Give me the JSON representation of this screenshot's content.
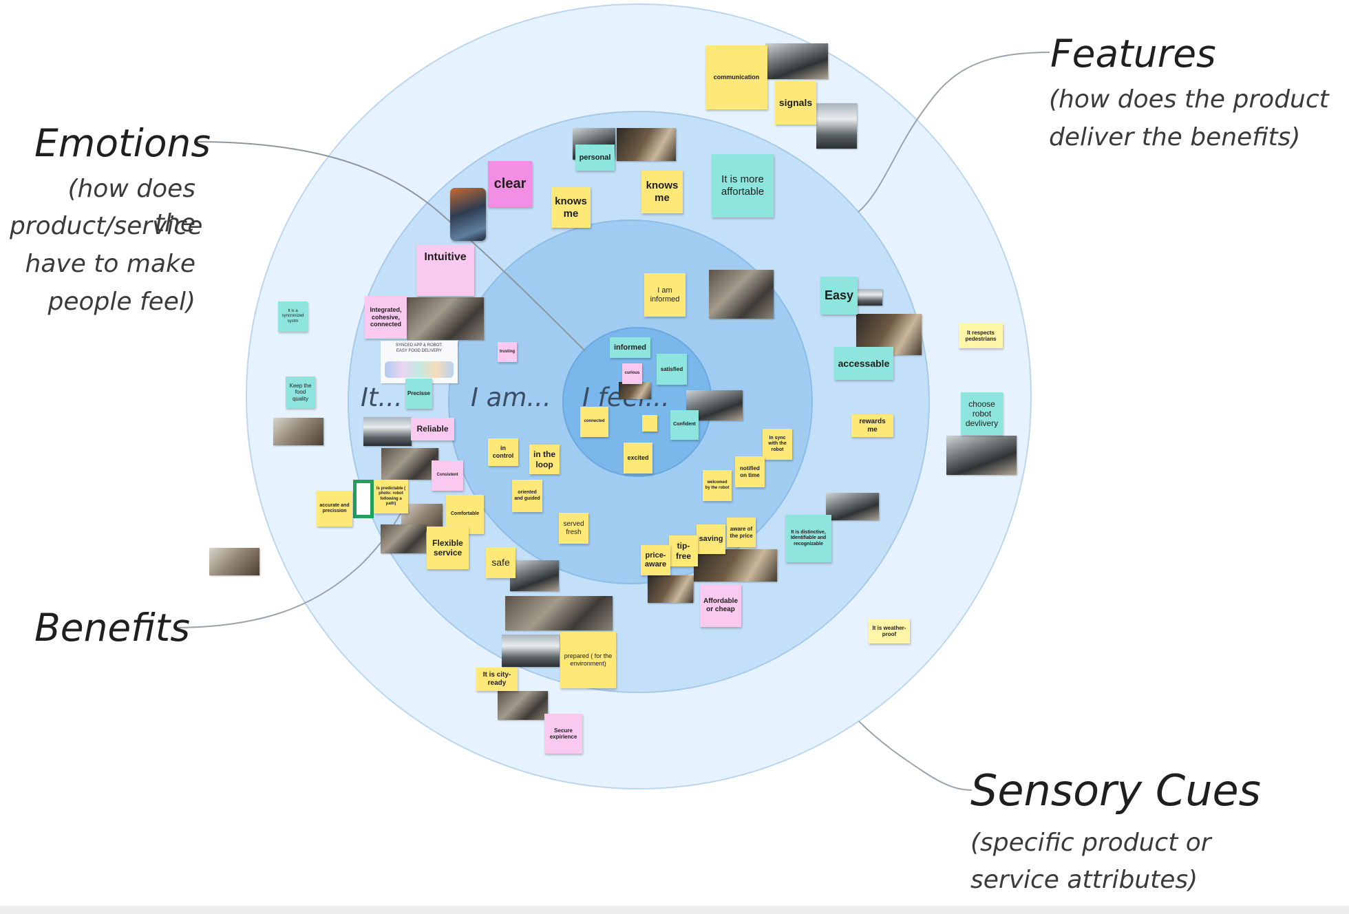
{
  "headings": {
    "features": {
      "title": "Features",
      "sub_line1": "(how does the product",
      "sub_line2": "deliver the benefits)"
    },
    "emotions": {
      "title": "Emotions",
      "sub_line1": "(how does the",
      "sub_line2": "product/service",
      "sub_line3": "have to make",
      "sub_line4": "people feel)"
    },
    "benefits": {
      "title": "Benefits"
    },
    "sensory": {
      "title": "Sensory Cues",
      "sub_line1": "(specific product or",
      "sub_line2": "service attributes)"
    }
  },
  "ring_labels": {
    "it": "It...",
    "i_am": "I am...",
    "i_feel": "I feel..."
  },
  "colors": {
    "ring_outer": "#e6f2fd",
    "ring_2": "#c4e0f8",
    "ring_3": "#a0ccf2",
    "ring_core": "#7ab8ec",
    "sticky_yellow": "#fde878",
    "sticky_pink": "#f9c9ef",
    "sticky_magenta": "#f28ee3",
    "sticky_cyan": "#8ee5de"
  },
  "notes": {
    "communication": "communication",
    "signals": "signals",
    "personal": "personal",
    "clear": "clear",
    "knows_me_1": "knows me",
    "knows_me_2": "knows me",
    "more_affordable": "It is more affortable",
    "intuitive": "Intuitive",
    "integrated": "Integrated, cohesive, connected",
    "i_am_informed": "I am informed",
    "easy": "Easy",
    "accessable": "accessable",
    "respects_pedestrians": "It respects pedestrians",
    "syncronized": "It is a syncronized systm",
    "keep_food": "Keep the food quality",
    "choose_robot": "choose robot devlivery",
    "trusting": "trusting",
    "informed": "informed",
    "curious": "curious",
    "satisfied": "satisfied",
    "precisse": "Precisse",
    "connected": "connected",
    "confident": "Confident",
    "excited": "excited",
    "reliable": "Reliable",
    "in_control": "in control",
    "in_the_loop": "in the loop",
    "rewards_me": "rewards me",
    "in_sync": "In sync with the robot",
    "notified": "notified on time",
    "welcomed": "welcomed by the robot",
    "consistent": "Consistent",
    "oriented": "oriented and guided",
    "accurate": "accurate and precission",
    "predictable": "Is predictable ( photo: robot following a path)",
    "comfortable": "Comfortable",
    "served_fresh": "served fresh",
    "distinctive": "It is distinctive, Identifiable and recognizable",
    "aware_price": "aware of the price",
    "saving": "saving",
    "tip_free": "tip-free",
    "price_aware": "price-aware",
    "flexible": "Flexible service",
    "safe": "safe",
    "affordable_cheap": "Affordable or cheap",
    "weather_proof": "It is weather-proof",
    "prepared": "prepared ( for the environment)",
    "city_ready": "It is city-ready",
    "secure": "Secure expirience"
  },
  "infographic": {
    "line1": "SYNCED APP & ROBOT:",
    "line2": "EASY FOOD DELIVERY"
  }
}
